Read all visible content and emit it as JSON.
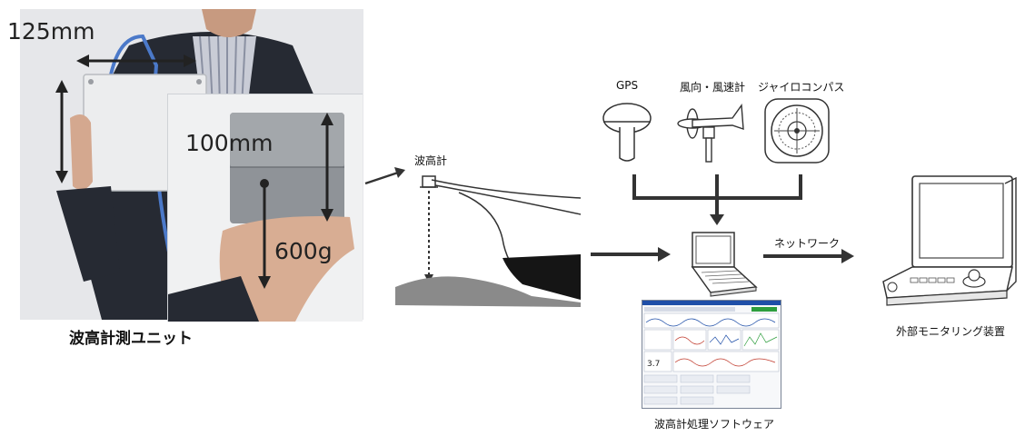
{
  "dimensions": {
    "width_label": "125mm",
    "height_label": "100mm",
    "weight_label": "600g"
  },
  "captions": {
    "unit": "波高計測ユニット",
    "software": "波高計処理ソフトウェア",
    "external": "外部モニタリング装置"
  },
  "labels": {
    "wave_meter": "波高計",
    "gps": "GPS",
    "anemometer": "風向・風速計",
    "gyro": "ジャイロコンパス",
    "network": "ネットワーク"
  },
  "software_screen": {
    "big_value": "3.7"
  },
  "colors": {
    "arrow": "#333333",
    "screen_accent": "#1f4fa8",
    "screen_green": "#2e9e3e"
  }
}
